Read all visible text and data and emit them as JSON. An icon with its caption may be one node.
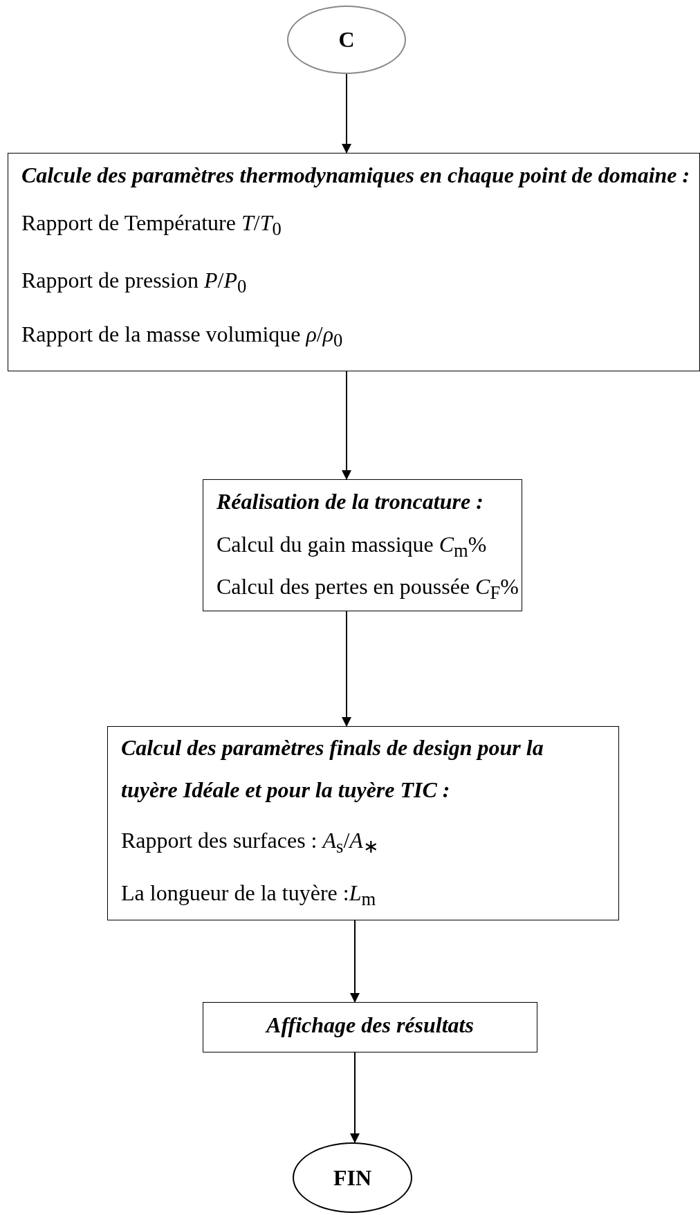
{
  "diagram": {
    "nodes": [
      {
        "text": [
          "C"
        ]
      },
      {
        "text": [
          "Calcule des paramètres thermodynamiques en chaque point de domaine :",
          "Rapport de Température *T*/*T*$_{0}$",
          "Rapport de pression *P*/*P*$_{0}$",
          "Rapport de la masse volumique *ρ*/*ρ*$_{0}$"
        ]
      },
      {
        "text": [
          "Réalisation de la troncature :",
          "Calcul du gain massique *C*$_{m}$%",
          "Calcul des pertes en poussée *C*$_{F}$%"
        ]
      },
      {
        "text": [
          "Calcul des paramètres finals de design pour la tuyère Idéale et pour la tuyère TIC :",
          "Rapport des surfaces : *A*$_{s}$/*A*$_{∗}$",
          "La longueur de la tuyère :*L*$_{m}$"
        ]
      },
      {
        "text": [
          "Affichage des résultats"
        ]
      },
      {
        "text": [
          "FIN"
        ]
      }
    ],
    "edges": [
      {
        "from": 0,
        "to": 1,
        "arrow": "to"
      },
      {
        "from": 1,
        "to": 2,
        "arrow": "to"
      },
      {
        "from": 2,
        "to": 3,
        "arrow": "to"
      },
      {
        "from": 3,
        "to": 4,
        "arrow": "to"
      },
      {
        "from": 4,
        "to": 5,
        "arrow": "to"
      }
    ]
  }
}
